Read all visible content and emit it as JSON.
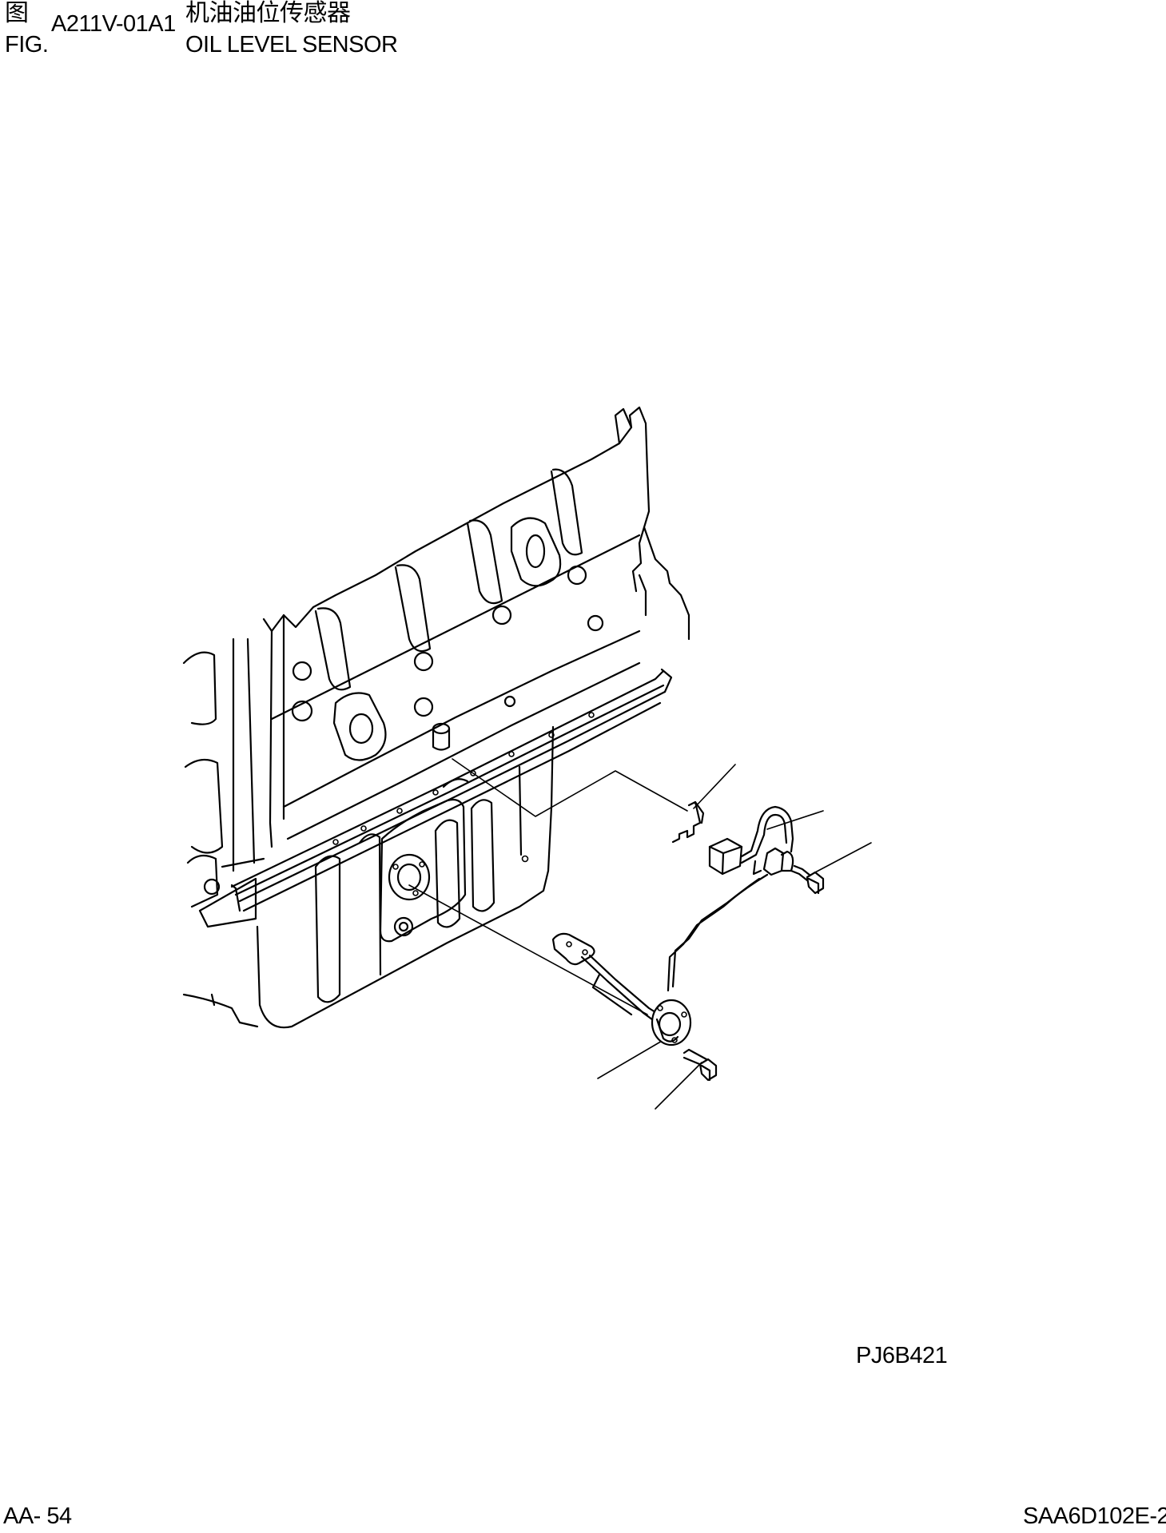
{
  "header": {
    "figure_label_cn": "图",
    "figure_label": "FIG.",
    "figure_number": "A211V-01A1",
    "title_cn": "机油油位传感器",
    "title": "OIL LEVEL SENSOR"
  },
  "drawing": {
    "illustration_code": "PJ6B421"
  },
  "footer": {
    "page_number": "AA- 54",
    "model_code": "SAA6D102E-2"
  }
}
